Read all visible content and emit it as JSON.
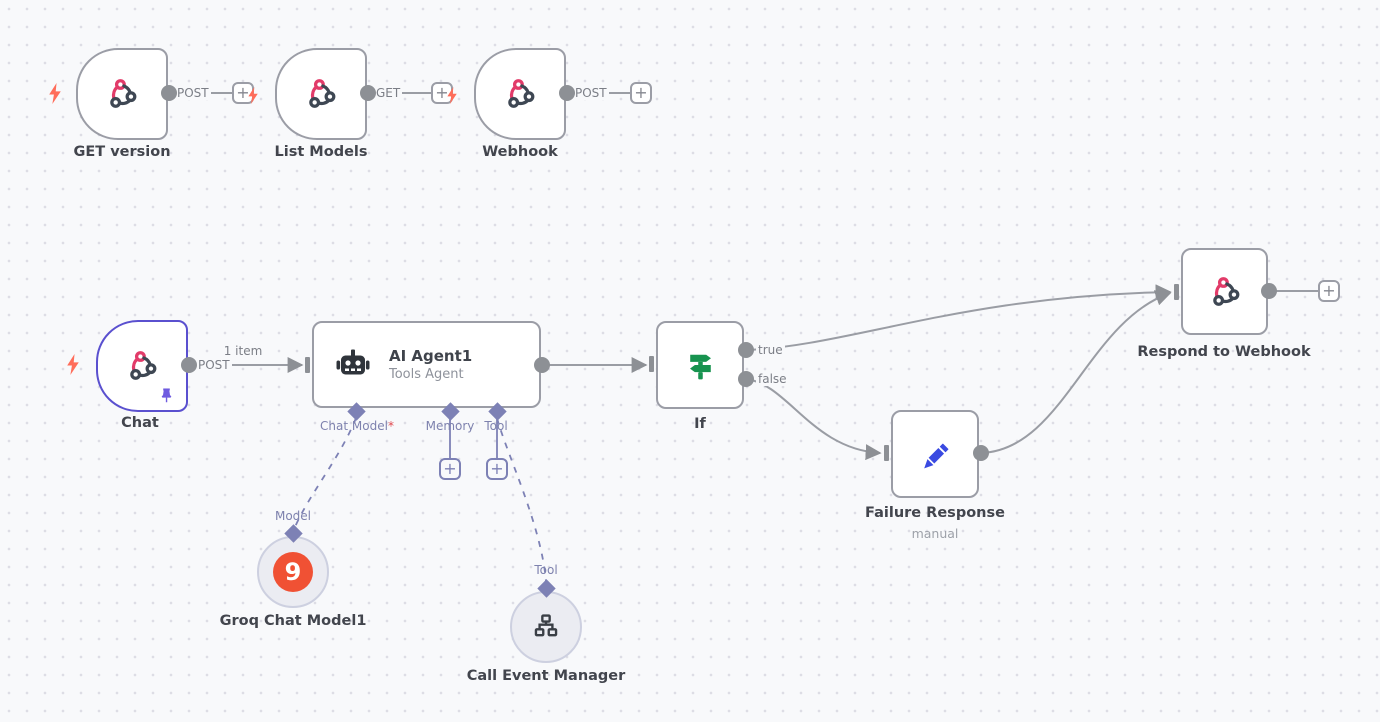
{
  "nodes": {
    "get_version": {
      "label": "GET version",
      "method": "POST"
    },
    "list_models": {
      "label": "List Models",
      "method": "GET"
    },
    "webhook": {
      "label": "Webhook",
      "method": "POST"
    },
    "chat": {
      "label": "Chat",
      "method": "POST"
    },
    "ai_agent": {
      "title": "AI Agent1",
      "subtitle": "Tools Agent",
      "ports": {
        "chat_model": "Chat Model",
        "required_marker": "*",
        "memory": "Memory",
        "tool": "Tool"
      }
    },
    "if": {
      "label": "If",
      "output_true": "true",
      "output_false": "false"
    },
    "respond_to_webhook": {
      "label": "Respond to Webhook"
    },
    "failure_response": {
      "label": "Failure Response",
      "subtitle": "manual"
    },
    "groq_chat_model": {
      "label": "Groq Chat Model1",
      "port_label": "Model",
      "glyph": "9"
    },
    "call_event_manager": {
      "label": "Call Event Manager",
      "port_label": "Tool"
    }
  },
  "connections": {
    "chat_to_agent_items": "1 item"
  },
  "icons": {
    "webhook": "webhook-icon",
    "robot": "robot-icon",
    "signpost": "if-signpost-icon",
    "pencil": "edit-pencil-icon",
    "sitemap": "workflow-tool-icon",
    "bolt": "trigger-bolt-icon",
    "pin": "pinned-data-icon",
    "plus": "add-node-icon"
  },
  "colors": {
    "canvas_bg": "#f8f9fb",
    "node_border": "#9b9da6",
    "selected_border": "#5a50cf",
    "wire_gray": "#9a9da4",
    "connector_gray": "#8d9095",
    "port_purple": "#7d81b5",
    "bolt_orange": "#ff6d5a",
    "webhook_pink": "#e23b69",
    "icon_dark": "#3e4753",
    "if_green": "#17934f",
    "pencil_blue": "#3a4ae1",
    "groq_orange": "#f05134",
    "pin_purple": "#6f5be0"
  }
}
